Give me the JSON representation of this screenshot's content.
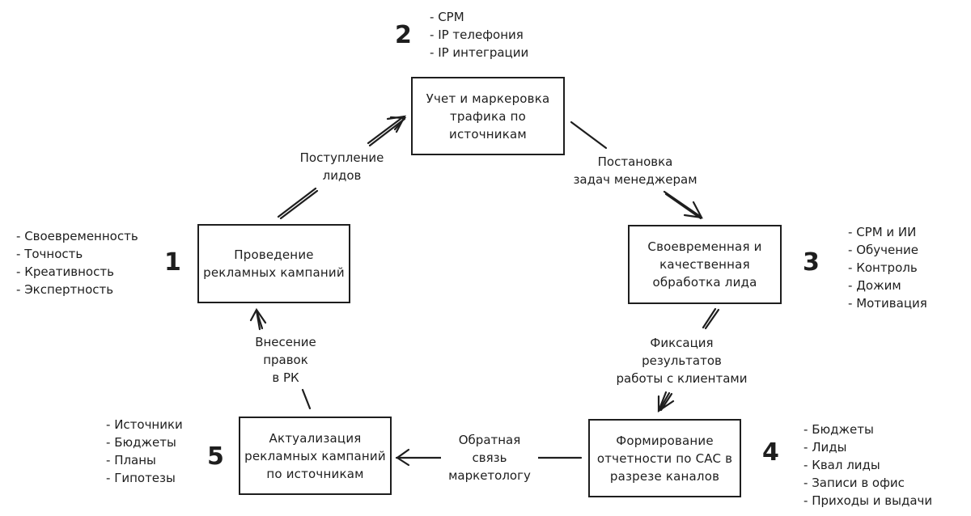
{
  "diagram": {
    "steps": [
      {
        "number": "1",
        "title": "Проведение\nрекламных кампаний",
        "notes": [
          "Своевременность",
          "Точность",
          "Креативность",
          "Экспертность"
        ]
      },
      {
        "number": "2",
        "title": "Учет и маркеровка\nтрафика по\nисточникам",
        "notes": [
          "CPM",
          "IP телефония",
          "IP интеграции"
        ]
      },
      {
        "number": "3",
        "title": "Своевременная и\nкачественная\nобработка лида",
        "notes": [
          "CPM и ИИ",
          "Обучение",
          "Контроль",
          "Дожим",
          "Мотивация"
        ]
      },
      {
        "number": "4",
        "title": "Формирование\nотчетности по CAC в\nразрезе каналов",
        "notes": [
          "Бюджеты",
          "Лиды",
          "Квал лиды",
          "Записи в офис",
          "Приходы и выдачи"
        ]
      },
      {
        "number": "5",
        "title": "Актуализация\nрекламных кампаний\nпо источникам",
        "notes": [
          "Источники",
          "Бюджеты",
          "Планы",
          "Гипотезы"
        ]
      }
    ],
    "transitions": [
      {
        "from": "1",
        "to": "2",
        "label": "Поступление\nлидов"
      },
      {
        "from": "2",
        "to": "3",
        "label": "Постановка\nзадач менеджерам"
      },
      {
        "from": "3",
        "to": "4",
        "label": "Фиксация\nрезультатов\nработы с клиентами"
      },
      {
        "from": "4",
        "to": "5",
        "label": "Обратная\nсвязь\nмаркетологу"
      },
      {
        "from": "5",
        "to": "1",
        "label": "Внесение\nправок\nв РК"
      }
    ]
  }
}
